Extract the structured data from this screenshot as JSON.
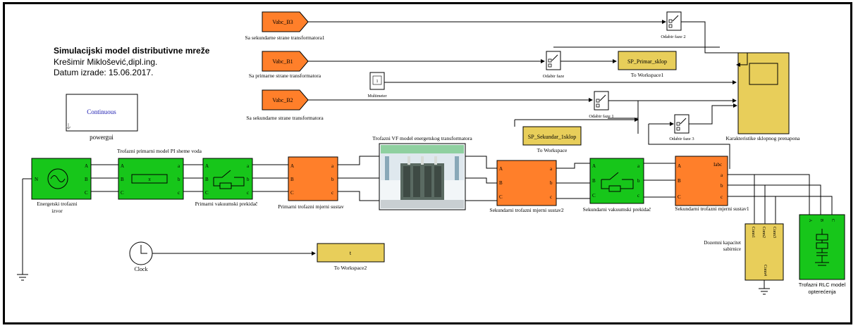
{
  "header": {
    "title": "Simulacijski model distributivne mreže",
    "author": "Krešimir Miklošević,dipl.ing.",
    "date": "Datum izrade: 15.06.2017."
  },
  "powergui": {
    "mode": "Continuous",
    "label": "powergui"
  },
  "goto_tags": [
    {
      "tag": "Vabc_B3",
      "label": "Sa sekundarne strane transformatora1"
    },
    {
      "tag": "Vabc_B1",
      "label": "Sa primarne strane transformatora"
    },
    {
      "tag": "Vabc_B2",
      "label": "Sa sekundarne strane transformatora"
    }
  ],
  "multimeter": {
    "value": "1",
    "label": "Multimeter"
  },
  "switches": {
    "faze2": "Odabir faze 2",
    "faze": "Odabir faze",
    "faze1": "Odabir faze 1",
    "faze3": "Odabir faze 3"
  },
  "workspace": {
    "primar": {
      "var": "SP_Primar_sklop",
      "label": "To Workspace1"
    },
    "sekundar": {
      "var": "SP_Sekundar_1sklop",
      "label": "To Workspace"
    },
    "clock": {
      "var": "t",
      "label": "To Workspace2"
    }
  },
  "scope_label": "Karakteristike sklopnog prenapona",
  "source": {
    "port_n": "N",
    "ports": [
      "A",
      "B",
      "C"
    ],
    "label_1": "Energetski trofazni",
    "label_2": "izvor"
  },
  "pi_line": {
    "label": "Trofazni primarni model PI sheme voda",
    "ports": [
      "A",
      "B",
      "C"
    ],
    "outs": [
      "a",
      "b",
      "c"
    ]
  },
  "breaker_primary": {
    "label": "Primarni vakuumski prekidač",
    "ports": [
      "A",
      "B",
      "C"
    ],
    "outs": [
      "a",
      "b",
      "c"
    ]
  },
  "meas_primary": {
    "label": "Primarni trofazni mjerni sustav",
    "ports": [
      "A",
      "B",
      "C"
    ],
    "outs": [
      "a",
      "b",
      "c"
    ]
  },
  "transformer": {
    "label": "Trofazni VF model energetskog transformatora"
  },
  "meas_secondary2": {
    "label": "Sekundarni trofazni mjerni sustav2",
    "ports": [
      "A",
      "B",
      "C"
    ],
    "outs": [
      "a",
      "b",
      "c"
    ]
  },
  "breaker_secondary": {
    "label": "Sekundarni vakuumski prekidač",
    "ports": [
      "A",
      "B",
      "C"
    ],
    "outs": [
      "a",
      "b",
      "c"
    ]
  },
  "meas_secondary1": {
    "label": "Sekundarni trofazni mjerni sustav1",
    "ports": [
      "A",
      "B",
      "C"
    ],
    "outs": [
      "Iabc",
      "a",
      "b",
      "c"
    ]
  },
  "capacitor": {
    "conns": [
      "Conn1",
      "Conn2",
      "Conn3"
    ],
    "conn_bottom": "Conn4",
    "label_1": "Dozemni kapacitet",
    "label_2": "sabirnice"
  },
  "rlc": {
    "ports": [
      "A",
      "B",
      "C"
    ],
    "label_1": "Trofazni RLC model",
    "label_2": "opterećenja"
  },
  "clock": {
    "label": "Clock"
  },
  "colors": {
    "orange": "#ff7f2a",
    "green": "#17c61a",
    "yellow": "#e8ce5a",
    "line": "#000000"
  }
}
